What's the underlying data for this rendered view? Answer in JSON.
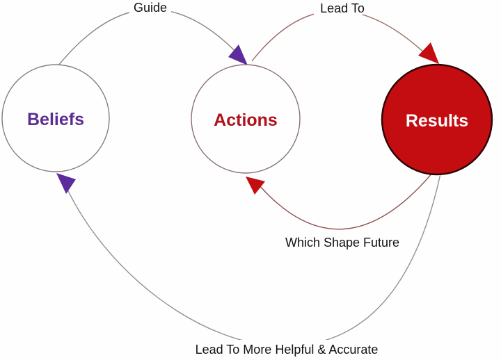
{
  "diagram": {
    "background_color": "#fefefe",
    "label_color": "#111111",
    "nodes": [
      {
        "id": "beliefs",
        "label": "Beliefs",
        "text_color": "#5b2d91",
        "fill": "#fefefe",
        "border": "#887c84"
      },
      {
        "id": "actions",
        "label": "Actions",
        "text_color": "#b0111a",
        "fill": "#fefefe",
        "border": "#8b7373"
      },
      {
        "id": "results",
        "label": "Results",
        "text_color": "#ffffff",
        "fill": "#c40d10",
        "border": "#2a0404"
      }
    ],
    "edges": [
      {
        "from": "beliefs",
        "to": "actions",
        "label": "Guide",
        "line_color": "#8c8482",
        "arrow_color": "#5e2b9e"
      },
      {
        "from": "actions",
        "to": "results",
        "label": "Lead To",
        "line_color": "#9b6a64",
        "arrow_color": "#c40d10"
      },
      {
        "from": "results",
        "to": "actions",
        "label": "Which Shape Future",
        "line_color": "#8f4f4f",
        "arrow_color": "#c40d10"
      },
      {
        "from": "results",
        "to": "beliefs",
        "label": "Lead To More Helpful & Accurate",
        "line_color": "#949190",
        "arrow_color": "#5e2b9e"
      }
    ]
  }
}
